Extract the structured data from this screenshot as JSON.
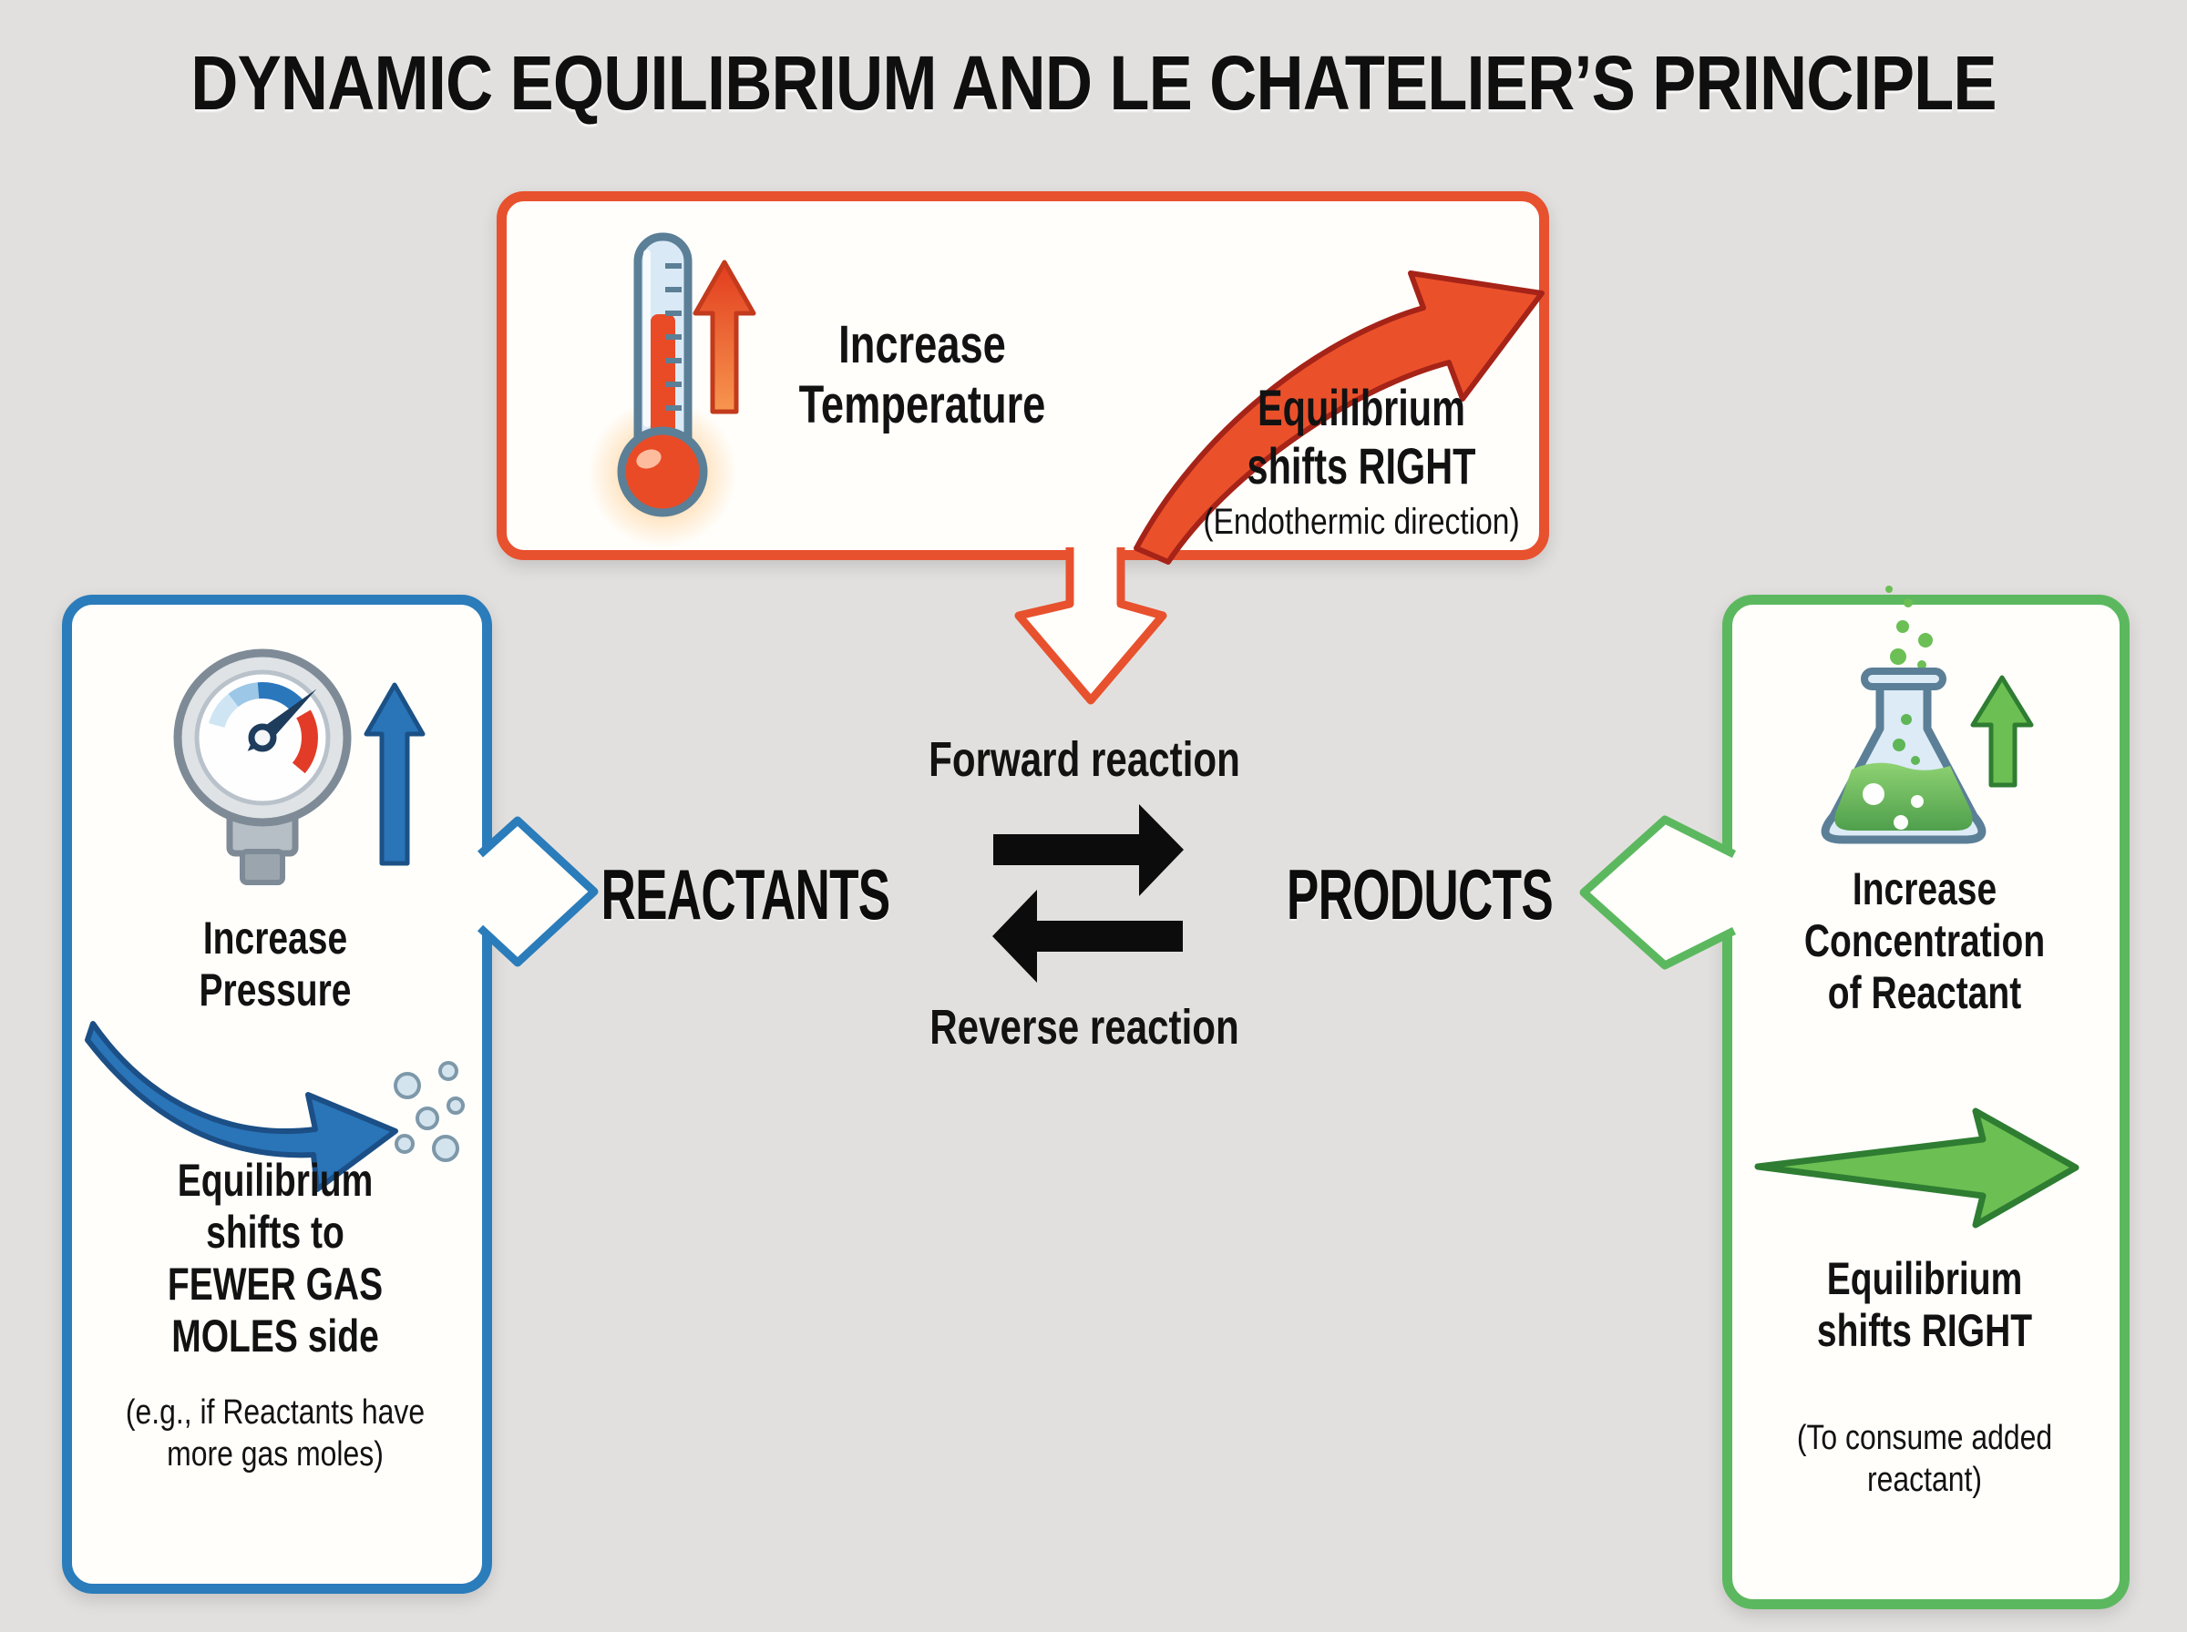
{
  "title": "DYNAMIC EQUILIBRIUM AND LE CHATELIER’S PRINCIPLE",
  "colors": {
    "background": "#e2e0de",
    "panel_fill": "#fffefb",
    "temperature_accent": "#e8512e",
    "pressure_accent": "#2b7cba",
    "concentration_accent": "#5cb85f",
    "arrow_black": "#0c0c0c",
    "text": "#121212"
  },
  "temperature_panel": {
    "icon": "thermometer-icon",
    "heading_line1": "Increase",
    "heading_line2": "Temperature",
    "result_line1": "Equilibrium",
    "result_line2": "shifts RIGHT",
    "note": "(Endothermic direction)"
  },
  "pressure_panel": {
    "icon": "pressure-gauge-icon",
    "heading_line1": "Increase",
    "heading_line2": "Pressure",
    "result_line1": "Equilibrium",
    "result_line2": "shifts to",
    "result_line3": "FEWER GAS",
    "result_line4": "MOLES side",
    "note_line1": "(e.g., if Reactants have",
    "note_line2": "more gas moles)"
  },
  "concentration_panel": {
    "icon": "flask-icon",
    "heading_line1": "Increase",
    "heading_line2": "Concentration",
    "heading_line3": "of Reactant",
    "result_line1": "Equilibrium",
    "result_line2": "shifts RIGHT",
    "note_line1": "(To consume added",
    "note_line2": "reactant)"
  },
  "center": {
    "forward_label": "Forward reaction",
    "reverse_label": "Reverse reaction",
    "reactants_label": "REACTANTS",
    "products_label": "PRODUCTS"
  }
}
